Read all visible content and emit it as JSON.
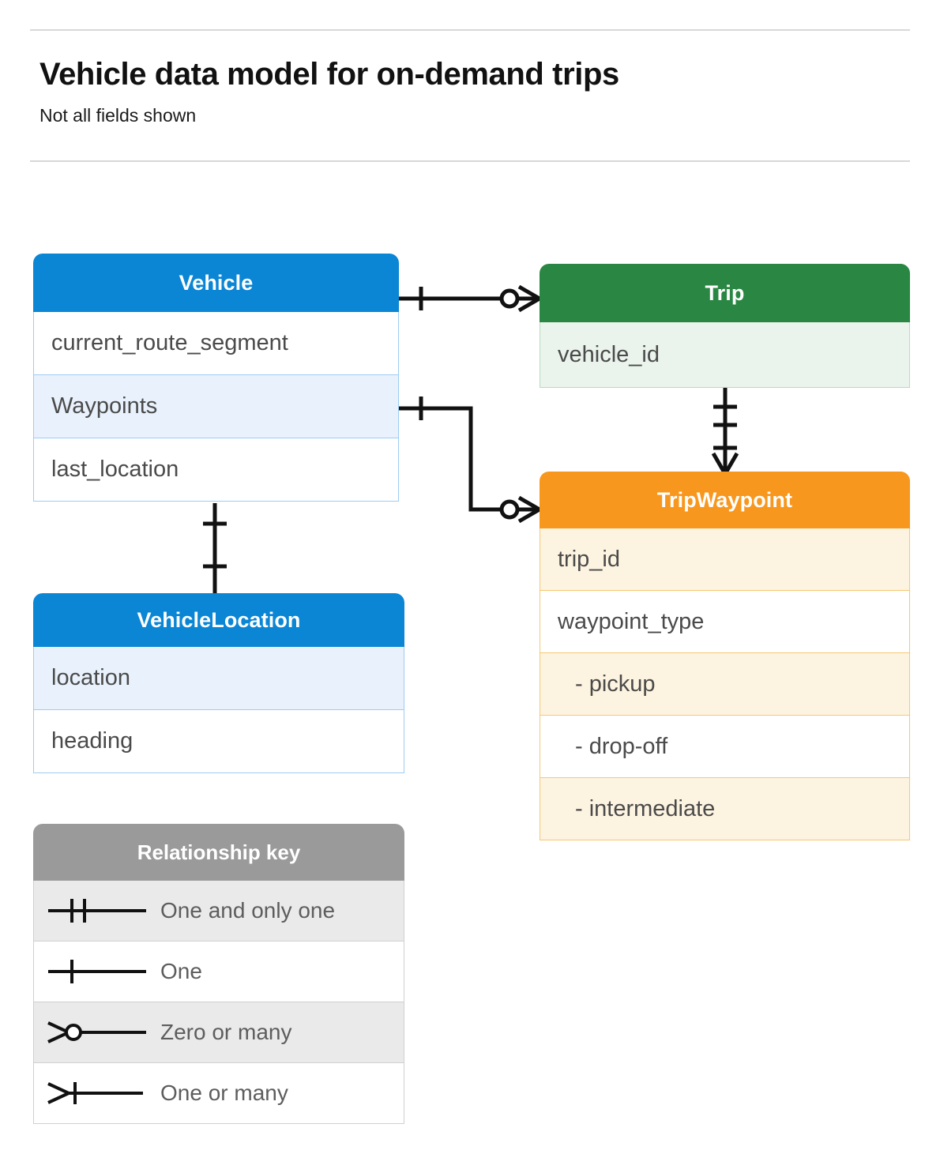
{
  "header": {
    "title": "Vehicle data model for on-demand trips",
    "subtitle": "Not all fields shown"
  },
  "entities": [
    {
      "id": "vehicle",
      "name": "Vehicle",
      "color": "#0b86d4",
      "fields": [
        {
          "label": "current_route_segment",
          "highlighted": false
        },
        {
          "label": "Waypoints",
          "highlighted": true
        },
        {
          "label": "last_location",
          "highlighted": false
        }
      ]
    },
    {
      "id": "trip",
      "name": "Trip",
      "color": "#2a8743",
      "fields": [
        {
          "label": "vehicle_id",
          "highlighted": true
        }
      ]
    },
    {
      "id": "tripwaypoint",
      "name": "TripWaypoint",
      "color": "#f8971d",
      "fields": [
        {
          "label": "trip_id",
          "highlighted": true
        },
        {
          "label": "waypoint_type",
          "highlighted": false
        },
        {
          "label": "- pickup",
          "highlighted": true
        },
        {
          "label": "- drop-off",
          "highlighted": false
        },
        {
          "label": "- intermediate",
          "highlighted": true
        }
      ]
    },
    {
      "id": "vehiclelocation",
      "name": "VehicleLocation",
      "color": "#0b86d4",
      "fields": [
        {
          "label": "location",
          "highlighted": true
        },
        {
          "label": "heading",
          "highlighted": false
        }
      ]
    }
  ],
  "legend": {
    "title": "Relationship key",
    "items": [
      {
        "symbol": "one-and-only-one",
        "label": "One and only one"
      },
      {
        "symbol": "one",
        "label": "One"
      },
      {
        "symbol": "zero-or-many",
        "label": "Zero or many"
      },
      {
        "symbol": "one-or-many",
        "label": "One or many"
      }
    ]
  },
  "relationships": [
    {
      "from": "vehicle",
      "to": "trip",
      "from_cardinality": "one",
      "to_cardinality": "zero-or-many"
    },
    {
      "from": "vehicle.Waypoints",
      "to": "tripwaypoint",
      "from_cardinality": "one",
      "to_cardinality": "zero-or-many"
    },
    {
      "from": "trip",
      "to": "tripwaypoint",
      "from_cardinality": "one-and-only-one",
      "to_cardinality": "one-or-many"
    },
    {
      "from": "vehicle",
      "to": "vehiclelocation",
      "from_cardinality": "one",
      "to_cardinality": "one"
    }
  ]
}
